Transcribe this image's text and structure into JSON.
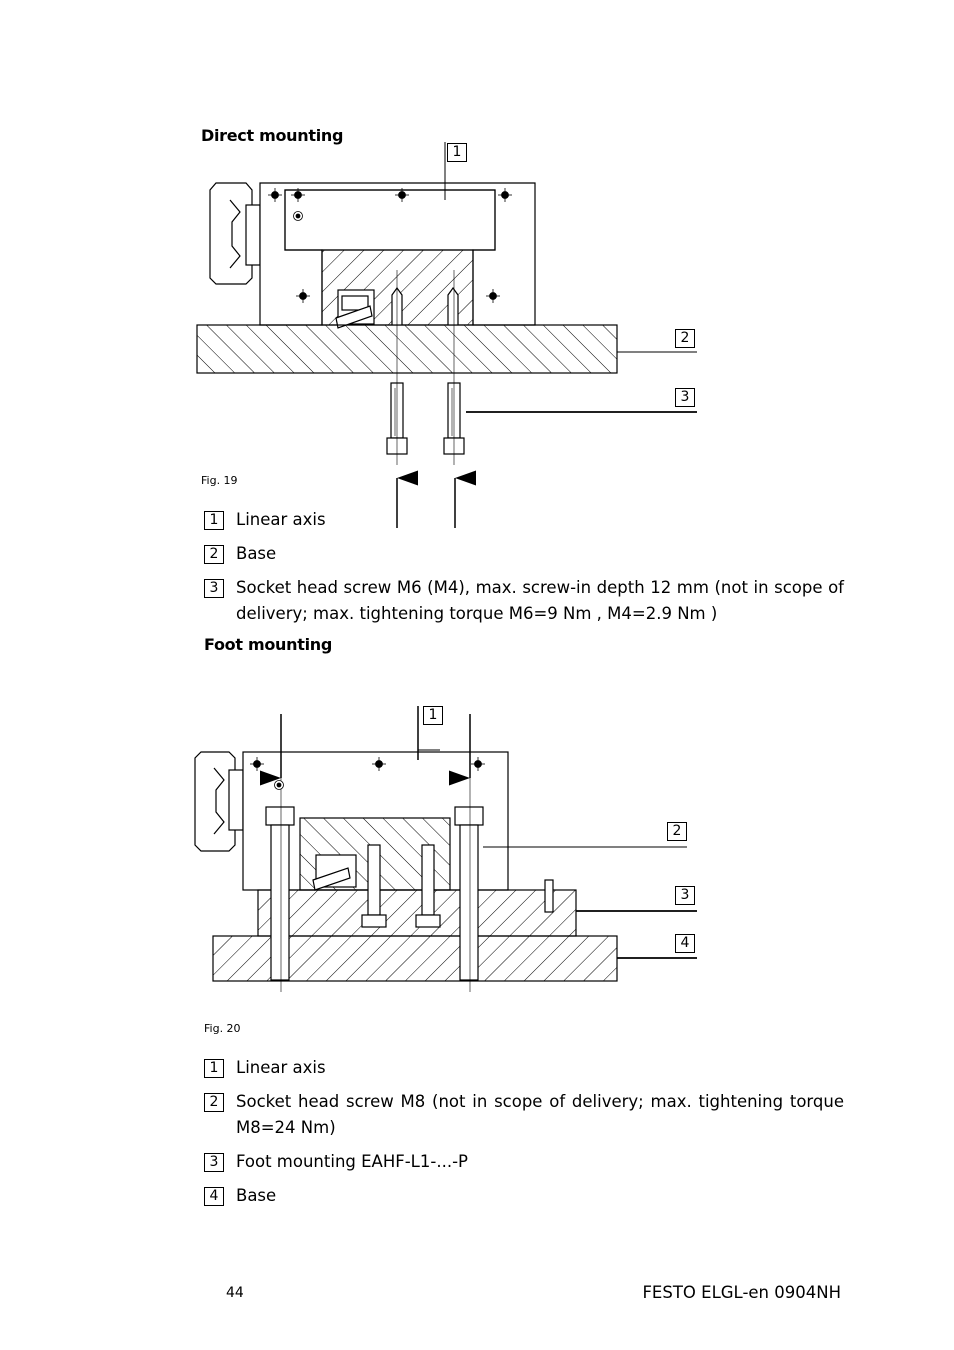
{
  "section1": {
    "heading": "Direct mounting",
    "fig_label": "Fig. 19",
    "callouts": [
      "1",
      "2",
      "3"
    ],
    "legend": [
      {
        "num": "1",
        "text": "Linear axis"
      },
      {
        "num": "2",
        "text": "Base"
      },
      {
        "num": "3",
        "text": "Socket head screw M6 (M4), max. screw-in depth 12 mm (not in scope of delivery; max. tightening torque M6=9 Nm , M4=2.9 Nm )"
      }
    ]
  },
  "section2": {
    "heading": "Foot mounting",
    "fig_label": "Fig. 20",
    "callouts": [
      "1",
      "2",
      "3",
      "4"
    ],
    "legend": [
      {
        "num": "1",
        "text": "Linear axis"
      },
      {
        "num": "2",
        "text": "Socket head screw M8 (not in scope of delivery; max. tightening torque M8=24 Nm)"
      },
      {
        "num": "3",
        "text": "Foot mounting EAHF-L1-...-P"
      },
      {
        "num": "4",
        "text": "Base"
      }
    ]
  },
  "footer": {
    "page_number": "44",
    "doc_id": "FESTO ELGL-en 0904NH"
  }
}
